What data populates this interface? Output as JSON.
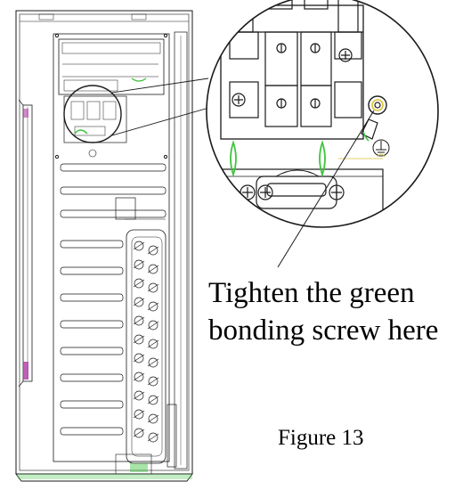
{
  "diagram": {
    "callout_line1": "Tighten the green",
    "callout_line2": "bonding screw here",
    "figure_label": "Figure 13"
  },
  "colors": {
    "line": "#1a1a1a",
    "accent_green": "#3ec43e",
    "accent_yellow": "#d8c23a",
    "accent_magenta": "#b03aa8"
  }
}
